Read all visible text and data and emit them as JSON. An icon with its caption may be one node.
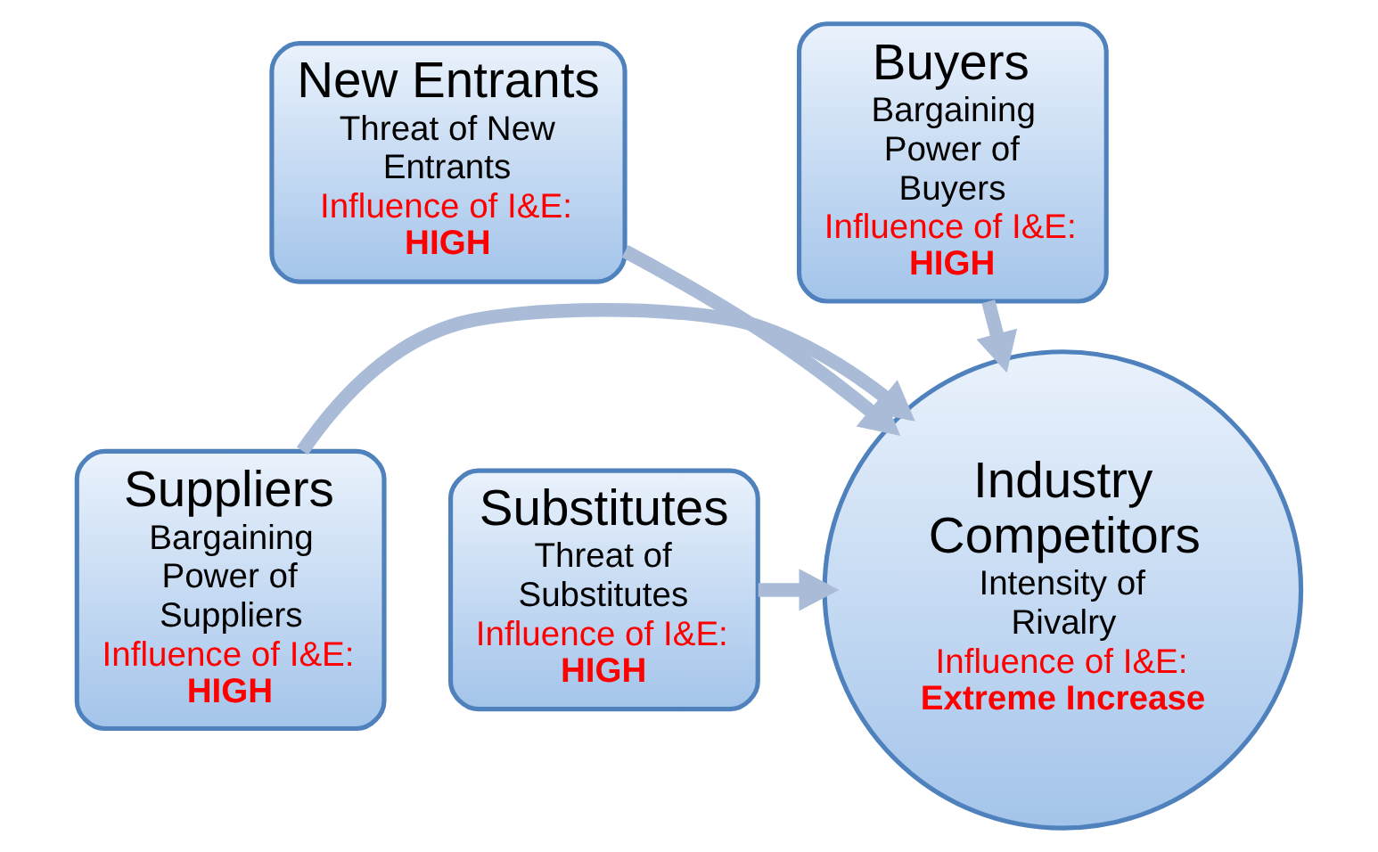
{
  "diagram": {
    "nodes": [
      {
        "text": [
          "New Entrants",
          "Threat of New Entrants",
          "Influence of I&E:",
          "HIGH"
        ]
      },
      {
        "text": [
          "Buyers",
          "Bargaining Power of Buyers",
          "Influence of I&E:",
          "HIGH"
        ]
      },
      {
        "text": [
          "Suppliers",
          "Bargaining Power of Suppliers",
          "Influence of I&E:",
          "HIGH"
        ]
      },
      {
        "text": [
          "Industry Competitors",
          "Intensity of Rivalry",
          "Influence of I&E:",
          "Extreme Increase"
        ]
      },
      {
        "text": [
          "Substitutes",
          "Threat of Substitutes",
          "Influence of I&E:",
          "HIGH"
        ]
      }
    ],
    "edges": [
      {
        "from": 0,
        "to": 3,
        "arrow": "to"
      },
      {
        "from": 1,
        "to": 3,
        "arrow": "to"
      },
      {
        "from": 2,
        "to": 3,
        "arrow": "to"
      },
      {
        "from": 4,
        "to": 3,
        "arrow": "to"
      }
    ]
  }
}
